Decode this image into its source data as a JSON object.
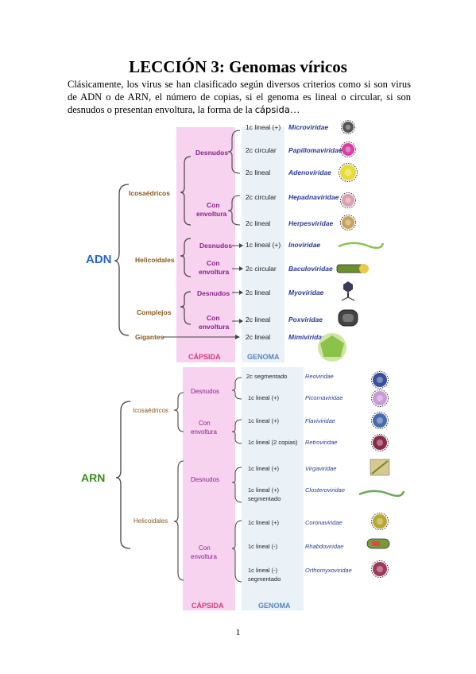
{
  "title": "LECCIÓN 3: Genomas víricos",
  "intro_before": "Clásicamente, los virus se han clasificado según diversos criterios como si son virus de ADN o de ARN, el número de copias, si el genoma es lineal o circular, si son desnudos o presentan envoltura, la forma de la ",
  "intro_capsid_word": "cápsida",
  "intro_after": "…",
  "page_number": "1",
  "adn": {
    "label": "ADN",
    "groups": {
      "icosa": "Icosaédricos",
      "helic": "Helicoidales",
      "compl": "Complejos",
      "gig": "Gigantes"
    },
    "capsid": {
      "desnudos": "Desnudos",
      "con1": "Con",
      "con2": "envoltura"
    },
    "rows": [
      {
        "genome": "1c  lineal (+)",
        "family": "Microviridae",
        "icon": "microvirus-icon",
        "color": "#555555"
      },
      {
        "genome": "2c circular",
        "family": "Papillomaviridae",
        "icon": "papillomavirus-icon",
        "color": "#d63fa6"
      },
      {
        "genome": "2c lineal",
        "family": "Adenoviridae",
        "icon": "adenovirus-icon",
        "color": "#e6dc38"
      },
      {
        "genome": "2c circular",
        "family": "Hepadnaviridae",
        "icon": "hepadnavirus-icon",
        "color": "#d9a0b0"
      },
      {
        "genome": "2c lineal",
        "family": "Herpesviridae",
        "icon": "herpesvirus-icon",
        "color": "#c9a35b"
      },
      {
        "genome": "1c  lineal (+)",
        "family": "Inoviridae",
        "icon": "inovirus-icon",
        "color": "#8bc34a"
      },
      {
        "genome": "2c circular",
        "family": "Baculoviridae",
        "icon": "baculovirus-icon",
        "color": "#6b8f2a"
      },
      {
        "genome": "2c lineal",
        "family": "Myoviridae",
        "icon": "myovirus-icon",
        "color": "#3a3a5a"
      },
      {
        "genome": "2c lineal",
        "family": "Poxviridae",
        "icon": "poxvirus-icon",
        "color": "#444444"
      },
      {
        "genome": "2c lineal",
        "family": "Mimiviridae",
        "icon": "mimivirus-icon",
        "color": "#8bc34a"
      }
    ],
    "footer_capsida": "CÁPSIDA",
    "footer_genoma": "GENOMA"
  },
  "arn": {
    "label": "ARN",
    "groups": {
      "icosa": "Icosaédricos",
      "helic": "Helicoidales"
    },
    "capsid": {
      "desnudos": "Desnudos",
      "con1": "Con",
      "con2": "envoltura"
    },
    "rows": [
      {
        "genome": "2c segmentado",
        "family": "Reoviridae",
        "icon": "reovirus-icon",
        "color": "#3a4fa0"
      },
      {
        "genome": "1c lineal (+)",
        "family": "Picornaviridae",
        "icon": "picornavirus-icon",
        "color": "#c99ad6"
      },
      {
        "genome": "1c lineal (+)",
        "family": "Flaviviridae",
        "icon": "flavivirus-icon",
        "color": "#4a6ab0"
      },
      {
        "genome": "1c lineal (2 copias)",
        "family": "Retroviridae",
        "icon": "retrovirus-icon",
        "color": "#8a2a4a"
      },
      {
        "genome": "1c lineal (+)",
        "family": "Virgaviridae",
        "icon": "virgavirus-icon",
        "color": "#8a7a30"
      },
      {
        "genome": "1c lineal (+)",
        "genome2": "segmentado",
        "family": "Closteroviridae",
        "icon": "closterovirus-icon",
        "color": "#6aa84f"
      },
      {
        "genome": "1c lineal (+)",
        "family": "Coronaviridae",
        "icon": "coronavirus-icon",
        "color": "#b8a830"
      },
      {
        "genome": "1c lineal (-)",
        "family": "Rhabdoviridae",
        "icon": "rhabdovirus-icon",
        "color": "#7a9a3a"
      },
      {
        "genome": "1c lineal (-)",
        "genome2": "segmentado",
        "family": "Orthomyxoviridae",
        "icon": "orthomyxovirus-icon",
        "color": "#a03a5a"
      }
    ],
    "footer_capsida": "CÁPSIDA",
    "footer_genoma": "GENOMA"
  }
}
